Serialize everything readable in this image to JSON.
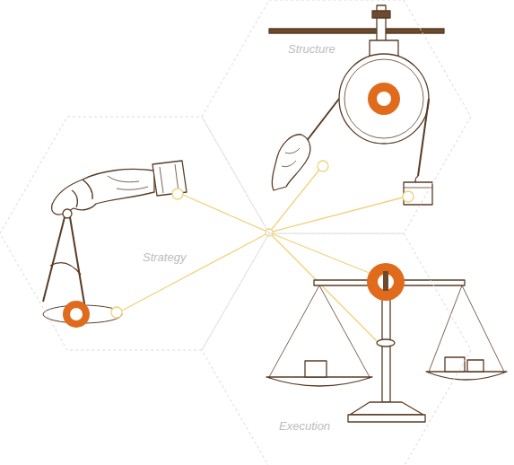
{
  "diagram": {
    "nodes": [
      {
        "text": [
          "Structure"
        ]
      },
      {
        "text": [
          "Strategy"
        ]
      },
      {
        "text": [
          "Execution"
        ]
      }
    ]
  }
}
